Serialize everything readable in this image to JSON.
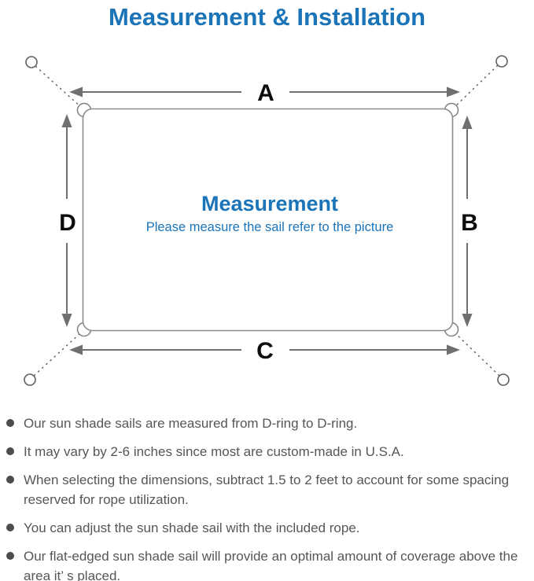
{
  "title": "Measurement & Installation",
  "diagram": {
    "labels": {
      "top": "A",
      "right": "B",
      "bottom": "C",
      "left": "D"
    },
    "center_title": "Measurement",
    "center_subtitle": "Please measure the sail refer to the picture"
  },
  "colors": {
    "accent_blue": "#1b74b8",
    "dimension_letter_black": "#0d0d0d",
    "line_gray": "#8c8c8c",
    "arrow_gray": "#6f6f6f",
    "note_text_gray": "#565656"
  },
  "bullets": [
    "Our sun shade sails are measured from D-ring to D-ring.",
    "It may vary by 2-6 inches since most are custom-made in U.S.A.",
    "When selecting the dimensions, subtract 1.5 to 2 feet to account for some spacing reserved for rope utilization.",
    "You can adjust the sun shade sail with the included rope.",
    "Our flat-edged sun shade sail will provide an optimal amount of coverage above the area it’ s placed."
  ]
}
